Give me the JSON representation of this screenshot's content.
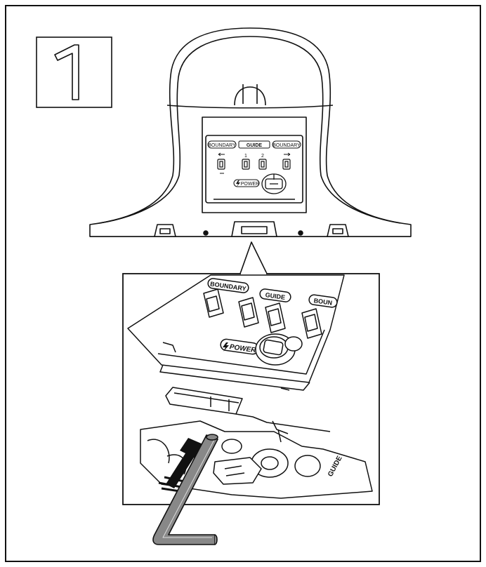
{
  "step": {
    "number": "1"
  },
  "panel": {
    "boundary_left": "BOUNDARY",
    "guide": "GUIDE",
    "boundary_right": "BOUNDARY",
    "guide_1": "1",
    "guide_2": "2",
    "power": "POWER"
  },
  "detail": {
    "boundary": "BOUNDARY",
    "guide": "GUIDE",
    "boundary_cut": "BOUN",
    "power": "POWER",
    "guide_side": "GUIDE"
  },
  "icons": [
    "hex-key-icon",
    "push-arrow-icon",
    "lightning-bolt-icon",
    "power-connector-icon"
  ]
}
